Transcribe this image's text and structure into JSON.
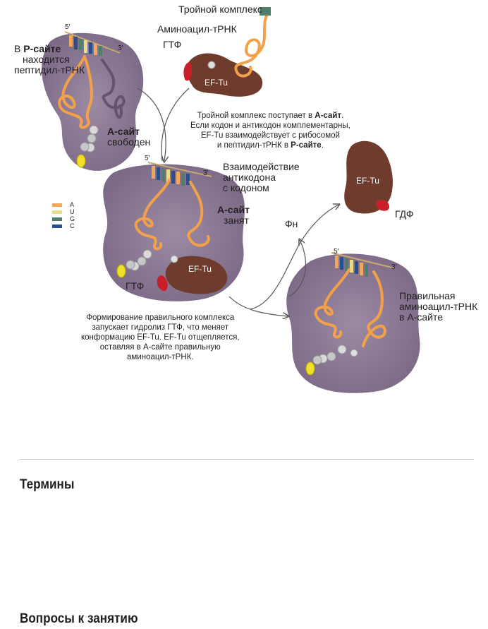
{
  "diagram": {
    "ternary_complex_title": "Тройной комплекс",
    "aminoacyl_trna_label": "Аминоацил-тРНК",
    "gtf_label": "ГТФ",
    "ef_tu_label": "EF-Tu",
    "five_prime": "5′",
    "three_prime": "3′",
    "p_site_text": {
      "line1_prefix": "В ",
      "line1_bold": "Р-сайте",
      "line2": "находится",
      "line3": "пептидил-тРНК"
    },
    "a_site_free": {
      "bold": "А-сайт",
      "line2": "свободен"
    },
    "entry_caption": {
      "line1_prefix": "Тройной комплекс поступает в ",
      "line1_bold": "А-сайт",
      "line1_suffix": ".",
      "line2": "Если кодон и антикодон комплементарны,",
      "line3": "EF-Tu взаимодействует с рибосомой",
      "line4_prefix": "и пептидил-тРНК в ",
      "line4_bold": "Р-сайте",
      "line4_suffix": "."
    },
    "codon_interaction": [
      "Взаимодействие",
      "антикодона",
      "с кодоном"
    ],
    "a_site_occupied": {
      "bold": "А-сайт",
      "line2": "занят"
    },
    "gdf_label": "ГДФ",
    "phosphate_label": "Фн",
    "correct_trna": [
      "Правильная",
      "аминоацил-тРНК",
      "в А-сайте"
    ],
    "hydrolysis_caption": [
      "Формирование правильного комплекса",
      "запускает гидролиз ГТФ, что меняет",
      "конформацию EF-Tu. EF-Tu отщепляется,",
      "оставляя в А-сайте правильную",
      "аминоацил-тРНК."
    ],
    "legend": [
      {
        "letter": "A",
        "color": "#f0a85a"
      },
      {
        "letter": "U",
        "color": "#e8dd8c"
      },
      {
        "letter": "G",
        "color": "#4f7f6a"
      },
      {
        "letter": "C",
        "color": "#2a4f8c"
      }
    ],
    "colors": {
      "ribosome": "#8f7c97",
      "ef_tu": "#6e3b2c",
      "gtp": "#c8202a",
      "trna": "#f2a14a",
      "mrna": "#c9a96e"
    }
  },
  "sections": {
    "terms_heading": "Термины",
    "questions_heading": "Вопросы к занятию"
  }
}
